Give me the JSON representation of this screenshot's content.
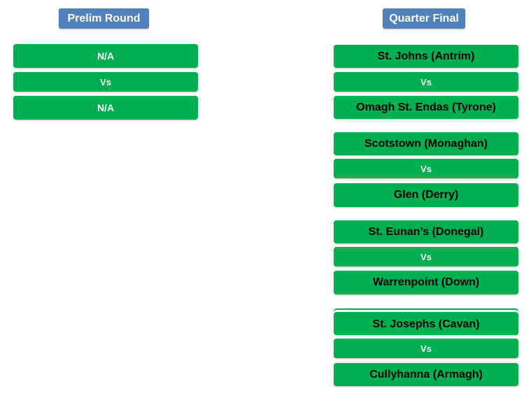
{
  "prelim": {
    "header": "Prelim Round",
    "team1": "N/A",
    "vs": "Vs",
    "team2": "N/A"
  },
  "quarter": {
    "header": "Quarter Final",
    "matches": [
      {
        "team1": "St. Johns (Antrim)",
        "vs": "Vs",
        "team2": "Omagh St. Endas (Tyrone)"
      },
      {
        "team1": "Scotstown (Monaghan)",
        "vs": "Vs",
        "team2": "Glen (Derry)"
      },
      {
        "team1": "St. Eunan’s (Donegal)",
        "vs": "Vs",
        "team2": "Warrenpoint (Down)"
      },
      {
        "team1": "St. Josephs (Cavan)",
        "vs": "Vs",
        "team2": "Cullyhanna (Armagh)"
      }
    ]
  },
  "colors": {
    "header_bg": "#4f81bd",
    "box_bg": "#00b050"
  }
}
